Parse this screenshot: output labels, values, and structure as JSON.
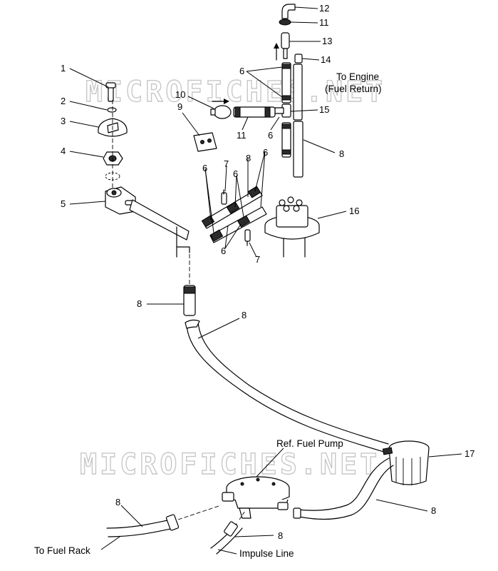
{
  "watermark": "MICROFICHES.NET",
  "labels": {
    "to_engine": "To Engine",
    "fuel_return": "(Fuel Return)",
    "ref_fuel_pump": "Ref. Fuel Pump",
    "to_fuel_rack": "To Fuel Rack",
    "impulse_line": "Impulse Line"
  },
  "callouts": {
    "c1": "1",
    "c2": "2",
    "c3": "3",
    "c4": "4",
    "c5": "5",
    "c6a": "6",
    "c6b": "6",
    "c6c": "6",
    "c6d": "6",
    "c6e": "6",
    "c6f": "6",
    "c7a": "7",
    "c7b": "7",
    "c8a": "8",
    "c8b": "8",
    "c8c": "8",
    "c8d": "8",
    "c8e": "8",
    "c8f": "8",
    "c8g": "8",
    "c9": "9",
    "c10": "10",
    "c11a": "11",
    "c11b": "11",
    "c12": "12",
    "c13": "13",
    "c14": "14",
    "c15": "15",
    "c16": "16",
    "c17": "17"
  }
}
